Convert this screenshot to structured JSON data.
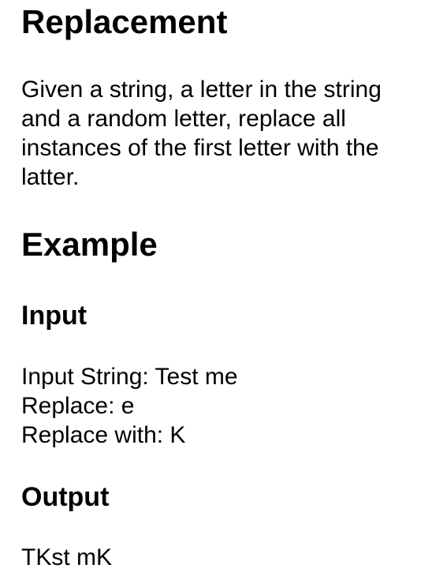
{
  "document": {
    "title": "Replacement",
    "description_lines": [
      "Given a string, a letter in the string",
      "and a random letter, replace all",
      "instances of the first letter with the",
      "latter."
    ],
    "example_heading": "Example",
    "input_heading": "Input",
    "input_lines": [
      "Input String: Test me",
      "Replace: e",
      "Replace with: K"
    ],
    "output_heading": "Output",
    "output_value": "TKst mK"
  }
}
